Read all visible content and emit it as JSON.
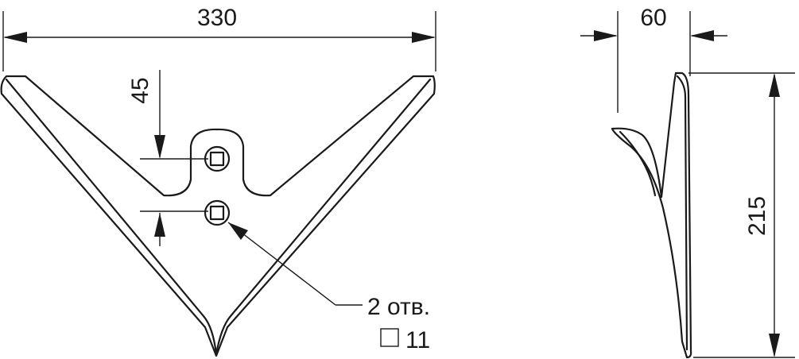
{
  "dimensions": {
    "width": "330",
    "offset": "45",
    "depth": "60",
    "height": "215"
  },
  "callout": {
    "holes": "2 отв.",
    "size": "11"
  },
  "colors": {
    "line": "#1a1a1a",
    "background": "#ffffff"
  }
}
